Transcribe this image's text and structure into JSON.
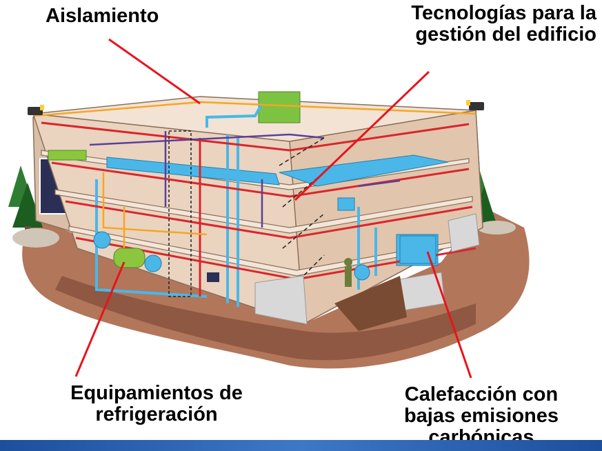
{
  "labels": {
    "aislamiento": "Aislamiento",
    "tecnologias_line1": "Tecnologías para la",
    "tecnologias_line2": "gestión del edificio",
    "equipamientos_line1": "Equipamientos de",
    "equipamientos_line2": "refrigeración",
    "calefaccion_line1": "Calefacción con",
    "calefaccion_line2": "bajas emisiones",
    "calefaccion_line3": "carbónicas"
  },
  "colors": {
    "callout_line": "#e8141c",
    "duct_blue": "#4ab7e8",
    "pipe_red": "#d9262c",
    "pipe_orange": "#f5a623",
    "pipe_purple": "#5b3f9a",
    "equipment_green": "#8cc63f",
    "floor": "#f2e3d5",
    "wall": "#ead3bf",
    "ground": "#b2765a",
    "bar_blue": "#2a63b0"
  }
}
